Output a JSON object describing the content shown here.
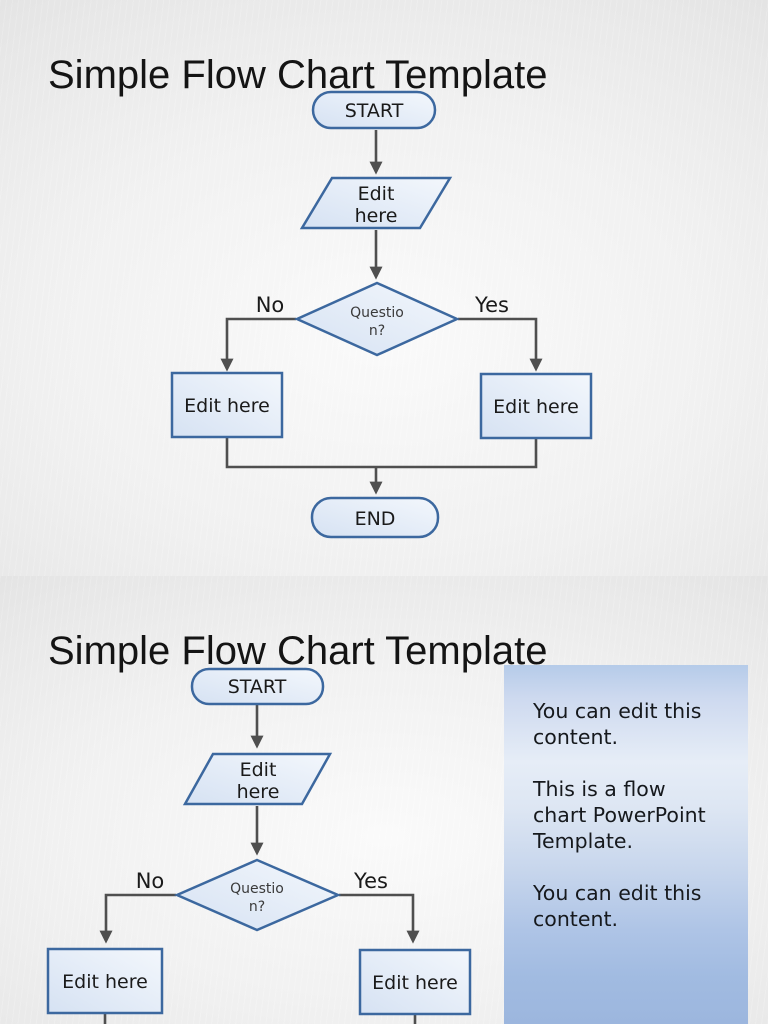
{
  "document": {
    "slide1": {
      "title": "Simple Flow Chart Template",
      "flow": {
        "start": "START",
        "input_line1": "Edit",
        "input_line2": "here",
        "decision_line1": "Questio",
        "decision_line2": "n?",
        "branch_no": "No",
        "branch_yes": "Yes",
        "process_left": "Edit here",
        "process_right": "Edit here",
        "end": "END"
      }
    },
    "slide2": {
      "title": "Simple Flow Chart Template",
      "flow": {
        "start": "START",
        "input_line1": "Edit",
        "input_line2": "here",
        "decision_line1": "Questio",
        "decision_line2": "n?",
        "branch_no": "No",
        "branch_yes": "Yes",
        "process_left": "Edit here",
        "process_right": "Edit here"
      },
      "panel": {
        "para1": "You can edit this content.",
        "para2": "This is a flow chart PowerPoint Template.",
        "para3": "You can edit this content."
      }
    },
    "colors": {
      "shape_border": "#3c689f",
      "shape_fill_light": "#f3f7fc",
      "shape_fill_dark": "#d6e2f3",
      "connector": "#4f4f4f",
      "title_text": "#141414",
      "panel_gradient_top": "#b5cbe9",
      "panel_gradient_middle": "#e6edf7",
      "panel_gradient_bottom": "#9cb6de",
      "slide_bg_center": "#fbfbfb",
      "slide_bg_edge": "#e0e0e0"
    }
  }
}
